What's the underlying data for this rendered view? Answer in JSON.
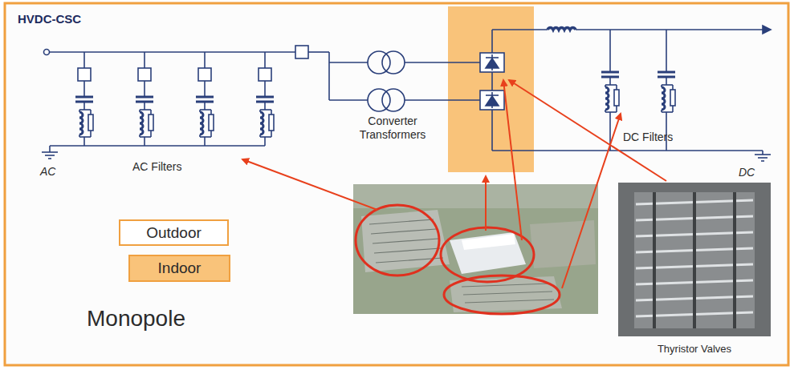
{
  "diagram": {
    "title": "HVDC-CSC",
    "labels": [
      "AC Filters",
      "Converter Transformers",
      "DC Filters",
      "AC",
      "DC",
      "Monopole",
      "Thyristor Valves"
    ],
    "legend": [
      {
        "text": "Outdoor",
        "color": "#ffffff"
      },
      {
        "text": "Indoor",
        "color": "#f9c37a"
      }
    ]
  }
}
